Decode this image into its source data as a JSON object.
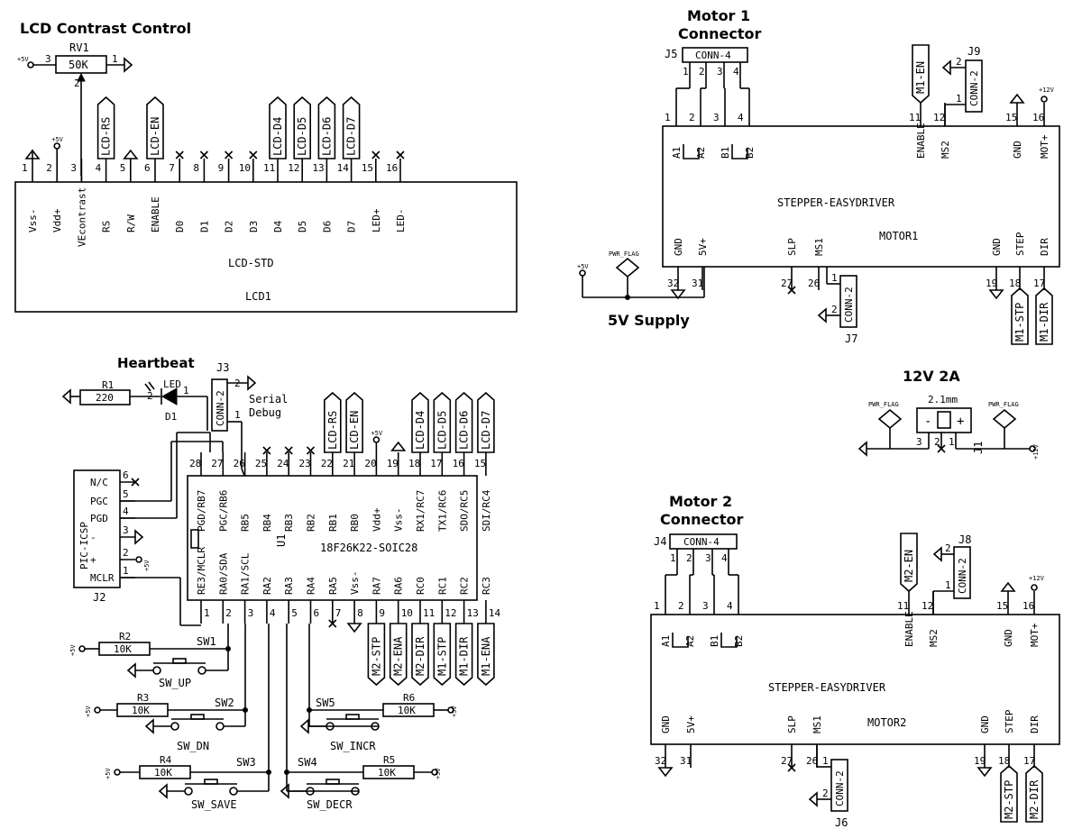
{
  "titles": {
    "lcd_contrast": "LCD Contrast Control",
    "motor1": [
      "Motor 1",
      "Connector"
    ],
    "motor2": [
      "Motor 2",
      "Connector"
    ],
    "supply5v": "5V Supply",
    "heartbeat": "Heartbeat",
    "supply12v": "12V 2A"
  },
  "lcd": {
    "ref": "LCD1",
    "value": "LCD-STD",
    "pin_names": [
      "Vss-",
      "Vdd+",
      "VEcontrast",
      "RS",
      "R/W",
      "ENABLE",
      "D0",
      "D1",
      "D2",
      "D3",
      "D4",
      "D5",
      "D6",
      "D7",
      "LED+",
      "LED-"
    ],
    "pin_numbers": [
      "1",
      "2",
      "3",
      "4",
      "5",
      "6",
      "7",
      "8",
      "9",
      "10",
      "11",
      "12",
      "13",
      "14",
      "15",
      "16"
    ],
    "labels": {
      "rs": "LCD-RS",
      "en": "LCD-EN",
      "d4": "LCD-D4",
      "d5": "LCD-D5",
      "d6": "LCD-D6",
      "d7": "LCD-D7"
    }
  },
  "rv1": {
    "ref": "RV1",
    "value": "50K",
    "pins": [
      "3",
      "2",
      "1"
    ]
  },
  "power": {
    "p5v": "+5V",
    "p12v": "+12V",
    "pwr_flag": "PWR_FLAG"
  },
  "motor1": {
    "ref": "MOTOR1",
    "value": "STEPPER-EASYDRIVER",
    "top_pins": [
      {
        "num": "1",
        "name": "A1"
      },
      {
        "num": "2",
        "name": "A2"
      },
      {
        "num": "3",
        "name": "B1"
      },
      {
        "num": "4",
        "name": "B2"
      },
      {
        "num": "11",
        "name": "ENABLE"
      },
      {
        "num": "12",
        "name": "MS2"
      },
      {
        "num": "15",
        "name": "GND"
      },
      {
        "num": "16",
        "name": "MOT+"
      }
    ],
    "bottom_pins": [
      {
        "num": "32",
        "name": "GND"
      },
      {
        "num": "31",
        "name": "5V+"
      },
      {
        "num": "27",
        "name": "SLP"
      },
      {
        "num": "26",
        "name": "MS1"
      },
      {
        "num": "19",
        "name": "GND"
      },
      {
        "num": "18",
        "name": "STEP"
      },
      {
        "num": "17",
        "name": "DIR"
      }
    ],
    "labels": {
      "en": "M1-EN",
      "stp": "M1-STP",
      "dir": "M1-DIR"
    }
  },
  "motor2": {
    "ref": "MOTOR2",
    "value": "STEPPER-EASYDRIVER",
    "top_pins": [
      {
        "num": "1",
        "name": "A1"
      },
      {
        "num": "2",
        "name": "A2"
      },
      {
        "num": "3",
        "name": "B1"
      },
      {
        "num": "4",
        "name": "B2"
      },
      {
        "num": "11",
        "name": "ENABLE"
      },
      {
        "num": "12",
        "name": "MS2"
      },
      {
        "num": "15",
        "name": "GND"
      },
      {
        "num": "16",
        "name": "MOT+"
      }
    ],
    "bottom_pins": [
      {
        "num": "32",
        "name": "GND"
      },
      {
        "num": "31",
        "name": "5V+"
      },
      {
        "num": "27",
        "name": "SLP"
      },
      {
        "num": "26",
        "name": "MS1"
      },
      {
        "num": "19",
        "name": "GND"
      },
      {
        "num": "18",
        "name": "STEP"
      },
      {
        "num": "17",
        "name": "DIR"
      }
    ],
    "labels": {
      "en": "M2-EN",
      "stp": "M2-STP",
      "dir": "M2-DIR"
    }
  },
  "connectors": {
    "j5": {
      "ref": "J5",
      "value": "CONN-4"
    },
    "j4": {
      "ref": "J4",
      "value": "CONN-4"
    },
    "j9": {
      "ref": "J9",
      "value": "CONN-2"
    },
    "j7": {
      "ref": "J7",
      "value": "CONN-2"
    },
    "j8": {
      "ref": "J8",
      "value": "CONN-2"
    },
    "j6": {
      "ref": "J6",
      "value": "CONN-2"
    },
    "j3": {
      "ref": "J3",
      "value": "CONN-2",
      "note": [
        "Serial",
        "Debug"
      ]
    },
    "j1": {
      "ref": "J1",
      "value": "2.1mm",
      "minus": "-",
      "plus": "+",
      "pins": [
        "3",
        "2",
        "1"
      ]
    },
    "j2": {
      "ref": "J2",
      "value": "PIC-ICSP",
      "pins": [
        {
          "num": "6",
          "name": "N/C"
        },
        {
          "num": "5",
          "name": "PGC"
        },
        {
          "num": "4",
          "name": "PGD"
        },
        {
          "num": "3",
          "name": "-"
        },
        {
          "num": "2",
          "name": "+"
        },
        {
          "num": "1",
          "name": "MCLR"
        }
      ]
    }
  },
  "u1": {
    "ref": "U1",
    "value": "18F26K22-SOIC28",
    "top_pins": [
      {
        "num": "28",
        "name": "PGD/RB7"
      },
      {
        "num": "27",
        "name": "PGC/RB6"
      },
      {
        "num": "26",
        "name": "RB5"
      },
      {
        "num": "25",
        "name": "RB4"
      },
      {
        "num": "24",
        "name": "RB3"
      },
      {
        "num": "23",
        "name": "RB2"
      },
      {
        "num": "22",
        "name": "RB1"
      },
      {
        "num": "21",
        "name": "RB0"
      },
      {
        "num": "20",
        "name": "Vdd+"
      },
      {
        "num": "19",
        "name": "Vss-"
      },
      {
        "num": "18",
        "name": "RX1/RC7"
      },
      {
        "num": "17",
        "name": "TX1/RC6"
      },
      {
        "num": "16",
        "name": "SDO/RC5"
      },
      {
        "num": "15",
        "name": "SDI/RC4"
      }
    ],
    "bottom_pins": [
      {
        "num": "1",
        "name": "RE3/MCLR"
      },
      {
        "num": "2",
        "name": "RA0/SDA"
      },
      {
        "num": "3",
        "name": "RA1/SCL"
      },
      {
        "num": "4",
        "name": "RA2"
      },
      {
        "num": "5",
        "name": "RA3"
      },
      {
        "num": "6",
        "name": "RA4"
      },
      {
        "num": "7",
        "name": "RA5"
      },
      {
        "num": "8",
        "name": "Vss-"
      },
      {
        "num": "9",
        "name": "RA7"
      },
      {
        "num": "10",
        "name": "RA6"
      },
      {
        "num": "11",
        "name": "RC0"
      },
      {
        "num": "12",
        "name": "RC1"
      },
      {
        "num": "13",
        "name": "RC2"
      },
      {
        "num": "14",
        "name": "RC3"
      }
    ],
    "top_labels": [
      "LCD-RS",
      "LCD-EN",
      "LCD-D4",
      "LCD-D5",
      "LCD-D6",
      "LCD-D7"
    ],
    "bottom_labels": [
      "M2-STP",
      "M2-ENA",
      "M2-DIR",
      "M1-STP",
      "M1-DIR",
      "M1-ENA"
    ]
  },
  "heartbeat": {
    "r1": {
      "ref": "R1",
      "value": "220"
    },
    "led": {
      "ref": "D1",
      "value": "LED",
      "pins": [
        "2",
        "1"
      ]
    }
  },
  "switches": [
    {
      "sw": "SW1",
      "name": "SW_UP",
      "r": "R2",
      "rv": "10K"
    },
    {
      "sw": "SW2",
      "name": "SW_DN",
      "r": "R3",
      "rv": "10K"
    },
    {
      "sw": "SW3",
      "name": "SW_SAVE",
      "r": "R4",
      "rv": "10K"
    },
    {
      "sw": "SW4",
      "name": "SW_DECR",
      "r": "R5",
      "rv": "10K"
    },
    {
      "sw": "SW5",
      "name": "SW_INCR",
      "r": "R6",
      "rv": "10K"
    }
  ]
}
